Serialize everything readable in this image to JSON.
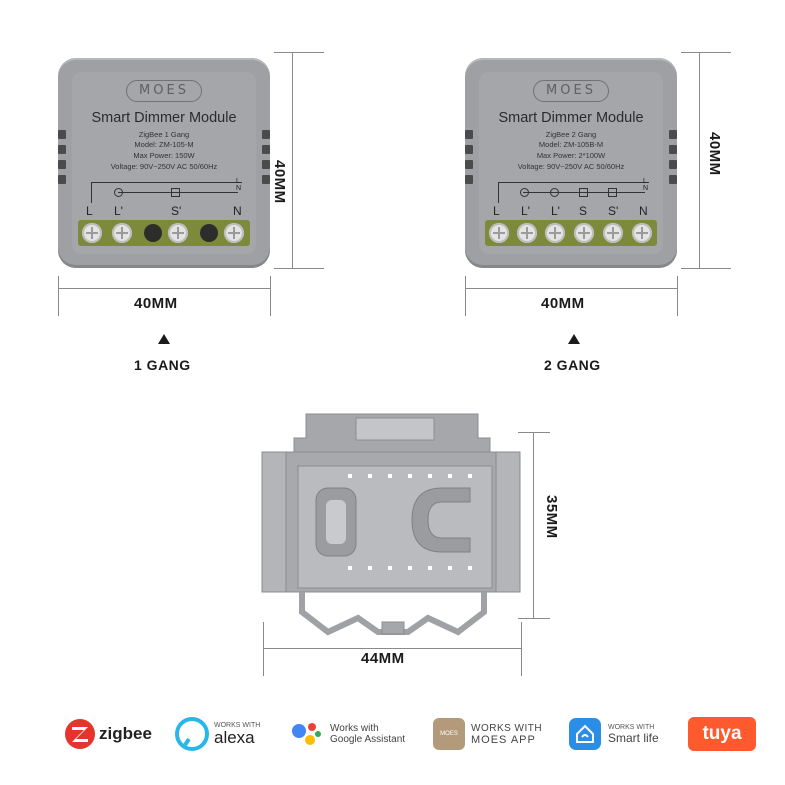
{
  "module1": {
    "logo": "MOES",
    "title": "Smart Dimmer Module",
    "spec1": "ZigBee 1 Gang",
    "spec2": "Model: ZM-105-M",
    "spec3": "Max Power: 150W",
    "spec4": "Voltage: 90V~250V AC 50/60Hz",
    "terminals": [
      "L",
      "L'",
      "S'",
      "N"
    ],
    "width_label": "40MM",
    "height_label": "40MM",
    "gang_label": "1 GANG"
  },
  "module2": {
    "logo": "MOES",
    "title": "Smart Dimmer Module",
    "spec1": "ZigBee 2 Gang",
    "spec2": "Model: ZM-105B-M",
    "spec3": "Max Power: 2*100W",
    "spec4": "Voltage: 90V~250V AC 50/60Hz",
    "terminals": [
      "L",
      "L'",
      "L'",
      "S",
      "S'",
      "N"
    ],
    "width_label": "40MM",
    "height_label": "40MM",
    "gang_label": "2 GANG"
  },
  "bracket": {
    "width_label": "44MM",
    "height_label": "35MM"
  },
  "brands": {
    "zigbee": "zigbee",
    "alexa_small": "WORKS WITH",
    "alexa": "alexa",
    "google_small": "Works with",
    "google": "Google Assistant",
    "moes_small": "WORKS WITH",
    "moes": "MOES APP",
    "moes_tile": "MOES",
    "smart_small": "WORKS WITH",
    "smart": "Smart life",
    "tuya": "tuya"
  },
  "colors": {
    "module_gray": "#a4a6a9",
    "terminal_green": "#7d8a3c",
    "zigbee_red": "#e4342b",
    "alexa_blue": "#29b6e8",
    "tuya_orange": "#ff5a2d",
    "smartlife_blue": "#2b8ee6"
  }
}
